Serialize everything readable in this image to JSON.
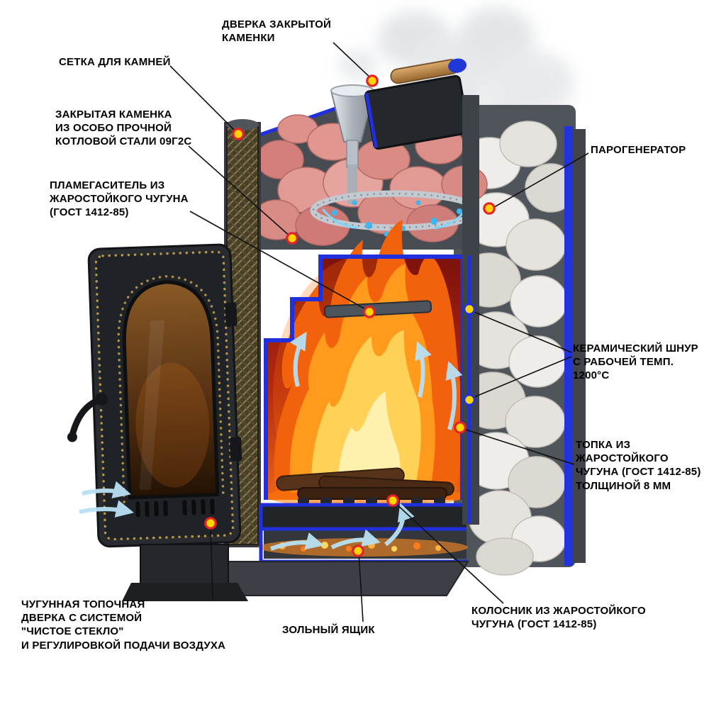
{
  "diagram": {
    "type": "annotated-cutaway-diagram",
    "subject": "sauna-stove-cross-section"
  },
  "labels": {
    "stone_chamber_door": "ДВЕРКА ЗАКРЫТОЙ\nКАМЕНКИ",
    "stone_mesh": "СЕТКА ДЛЯ КАМНЕЙ",
    "closed_stone_chamber": "ЗАКРЫТАЯ КАМЕНКА\nИЗ ОСОБО ПРОЧНОЙ\nКОТЛОВОЙ СТАЛИ 09Г2С",
    "flame_arrester": "ПЛАМЕГАСИТЕЛЬ ИЗ\nЖАРОСТОЙКОГО ЧУГУНА\n(ГОСТ 1412-85)",
    "steam_generator": "ПАРОГЕНЕРАТОР",
    "ceramic_cord": "КЕРАМИЧЕСКИЙ ШНУР\nС РАБОЧЕЙ ТЕМП. 1200°С",
    "firebox": "ТОПКА ИЗ\nЖАРОСТОЙКОГО\nЧУГУНА (ГОСТ 1412-85)\nТОЛЩИНОЙ 8 ММ",
    "firebox_door": "ЧУГУННАЯ ТОПОЧНАЯ\nДВЕРКА С СИСТЕМОЙ\n\"ЧИСТОЕ СТЕКЛО\"\nИ РЕГУЛИРОВКОЙ ПОДАЧИ ВОЗДУХА",
    "ash_box": "ЗОЛЬНЫЙ ЯЩИК",
    "grate": "КОЛОСНИК ИЗ ЖАРОСТОЙКОГО\nЧУГУНА (ГОСТ 1412-85)"
  },
  "colors": {
    "cut_edge_blue": "#2030dd",
    "marker_ring_red": "#e3222a",
    "marker_ring_blue": "#2030dd",
    "marker_fill_yellow": "#ffd400",
    "flame_orange": "#ff9a1c",
    "hot_wall_red": "#b22a10",
    "water_blue": "#3fb6f0",
    "label_text": "#000000"
  }
}
